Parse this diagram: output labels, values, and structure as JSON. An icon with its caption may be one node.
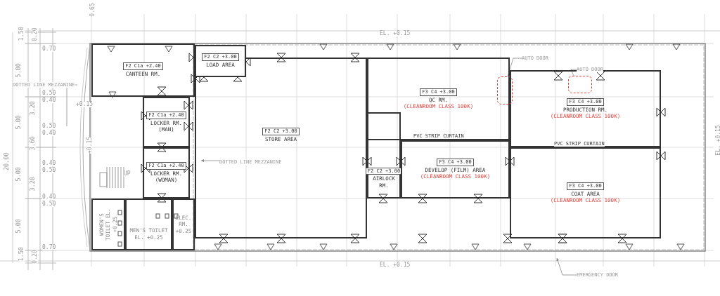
{
  "diagram": {
    "nodes": [
      {
        "text": [
          "F2 C1a +2.40",
          "CANTEEN RM."
        ]
      },
      {
        "text": [
          "F2 C2 +3.00",
          "LOAD AREA"
        ]
      },
      {
        "text": [
          "F2 C1a +2.40",
          "LOCKER RM.(MAN)"
        ]
      },
      {
        "text": [
          "F2 C1a +2.40",
          "LOCKER RM.(WOMAN)"
        ]
      },
      {
        "text": [
          "WOMEN'S TOILET EL. +0.25"
        ]
      },
      {
        "text": [
          "MEN'S TOILET EL. +0.25"
        ]
      },
      {
        "text": [
          "ELEC. RM. +0.25"
        ]
      },
      {
        "text": [
          "F2 C2 +3.00",
          "STORE AREA"
        ]
      },
      {
        "text": [
          "F3 C4 +3.00",
          "QC RM.",
          "(CLEANROOM CLASS 100K)"
        ]
      },
      {
        "text": [
          "F2 C2 +3.00",
          "AIRLOCK RM."
        ]
      },
      {
        "text": [
          "F3 C4 +3.00",
          "DEVELOP (FILM) AREA",
          "(CLEANROOM CLASS 100K)"
        ]
      },
      {
        "text": [
          "F3 C4 +3.00",
          "PRODUCTION RM.",
          "(CLEANROOM CLASS 100K)"
        ]
      },
      {
        "text": [
          "F3 C4 +3.00",
          "COAT AREA",
          "(CLEANROOM CLASS 100K)"
        ]
      },
      {
        "text": [
          "AUTO DOOR"
        ]
      },
      {
        "text": [],
        "shape": "box"
      },
      {
        "text": [
          "AUTO DOOR"
        ]
      },
      {
        "text": [],
        "shape": "box",
        "in": 11
      },
      {
        "text": [
          "EMERGENCY DOOR"
        ]
      },
      {
        "text": [
          "DOTTED LINE MEZZANINE"
        ]
      },
      {
        "text": [
          "DOTTED LINE MEZZANINE"
        ],
        "in": 7
      }
    ],
    "edges": [
      {
        "from": 13,
        "to": 14,
        "arrow": "none"
      },
      {
        "from": 15,
        "to": 16,
        "arrow": "none"
      },
      {
        "from": 17,
        "to": null,
        "arrow": "to"
      },
      {
        "from": 18,
        "to": null,
        "arrow": "none"
      },
      {
        "from": 19,
        "to": null,
        "arrow": "to"
      }
    ],
    "labels": [
      "0.65",
      "EL. +0.15",
      "1.50",
      "0.20",
      "0.70",
      "5.00",
      "0.50",
      "0.40",
      "+0.15",
      "3.20",
      "5.00",
      "0.50",
      "0.40",
      "20.00",
      "3.60",
      "+0.15",
      "0.40",
      "0.50",
      "5.00",
      "3.20",
      "0.40",
      "0.50",
      "UP",
      "PVC STRIP CURTAIN",
      "PVC STRIP CURTAIN",
      "5.00",
      "0.70",
      "1.50",
      "0.20",
      "EL. +0.15",
      "EL. +0.15"
    ]
  }
}
